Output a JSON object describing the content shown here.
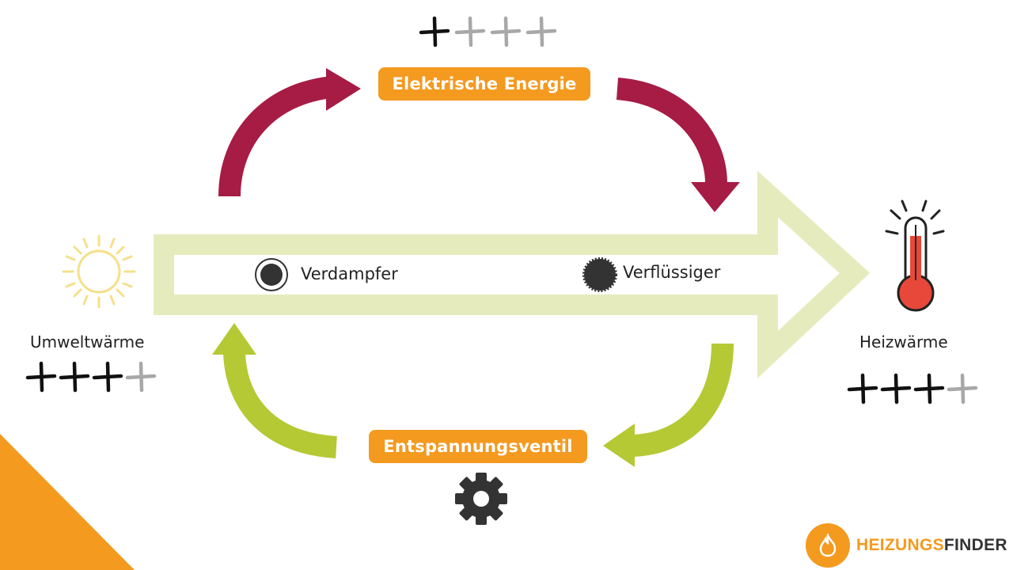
{
  "labels": {
    "top_box": "Elektrische Energie",
    "bottom_box": "Entspannungsventil",
    "verdampfer": "Verdampfer",
    "verfluessiger": "Verflüssiger",
    "source": "Umweltwärme",
    "output": "Heizwärme"
  },
  "ratings": {
    "electric": {
      "filled": 1,
      "total": 4
    },
    "environment": {
      "filled": 3,
      "total": 4
    },
    "heating": {
      "filled": 3,
      "total": 4
    }
  },
  "brand": {
    "part1": "HEIZUNGS",
    "part2": "FINDER"
  },
  "colors": {
    "orange": "#f39a1f",
    "crimson": "#a61c45",
    "lime": "#b5c934",
    "pale_green": "#e6ebbd",
    "thermometer_red": "#e8483a"
  },
  "icons": [
    "sun-icon",
    "thermometer-icon",
    "gear-icon",
    "flame-icon",
    "plus-icon"
  ]
}
